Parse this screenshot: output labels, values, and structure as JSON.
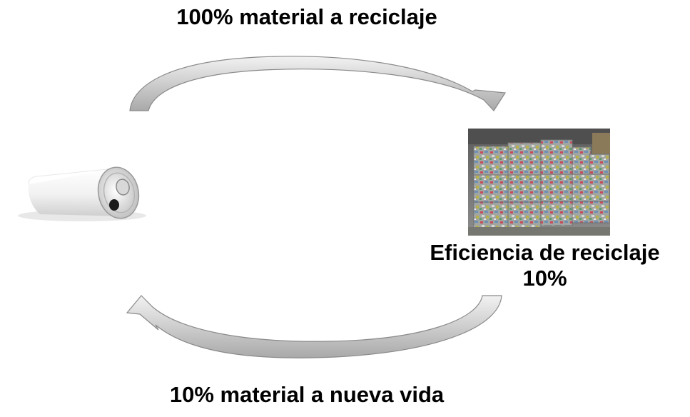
{
  "labels": {
    "top": "100% material a reciclaje",
    "right_line1": "Eficiencia de reciclaje",
    "right_line2": "10%",
    "bottom": "10% material a nueva vida"
  },
  "colors": {
    "arrow_fill": "#c6c6c6",
    "arrow_stroke": "#8a8a8a",
    "can_body": "#f4f4f4",
    "bale_dark": "#6a6a6a"
  }
}
